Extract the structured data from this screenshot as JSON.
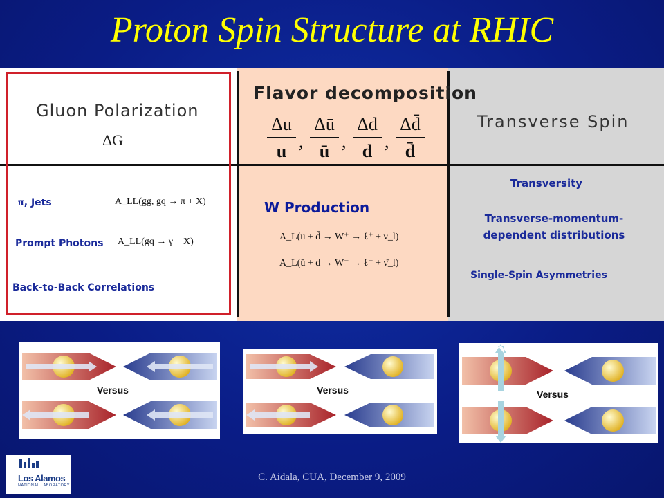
{
  "slide": {
    "title": "Proton Spin Structure at RHIC",
    "footer": "C. Aidala, CUA, December 9, 2009"
  },
  "gluon": {
    "title": "Gluon Polarization",
    "symbol": "ΔG",
    "row1_label_pi": "π",
    "row1_label": ", Jets",
    "row1_formula": "A_LL(gg, gq → π + X)",
    "row2_label": "Prompt Photons",
    "row2_formula": "A_LL(gq → γ + X)",
    "row3_label": "Back-to-Back Correlations"
  },
  "flavor": {
    "title": "Flavor decomposition",
    "fractions": [
      {
        "num": "Δu",
        "den": "u"
      },
      {
        "num": "Δū",
        "den": "ū"
      },
      {
        "num": "Δd",
        "den": "d"
      },
      {
        "num": "Δd̄",
        "den": "d̄"
      }
    ],
    "w_title": "W Production",
    "w_formula1": "A_L(u + d̄ → W⁺ → ℓ⁺ + ν_l)",
    "w_formula2": "A_L(ū + d → W⁻ → ℓ⁻ + ν̄_l)"
  },
  "transverse": {
    "title": "Transverse Spin",
    "item1": "Transversity",
    "item2_line1": "Transverse-momentum-",
    "item2_line2": "dependent distributions",
    "item3": "Single-Spin Asymmetries"
  },
  "diagrams": {
    "versus_label": "Versus"
  },
  "logo": {
    "name": "Los Alamos",
    "sub": "NATIONAL LABORATORY"
  },
  "colors": {
    "background": "#0a1c85",
    "title": "#ffff00",
    "flavor_bg": "#fdd9c2",
    "transverse_bg": "#d6d6d6",
    "highlight_box": "#d0202a",
    "label_blue": "#1a2a9a"
  }
}
